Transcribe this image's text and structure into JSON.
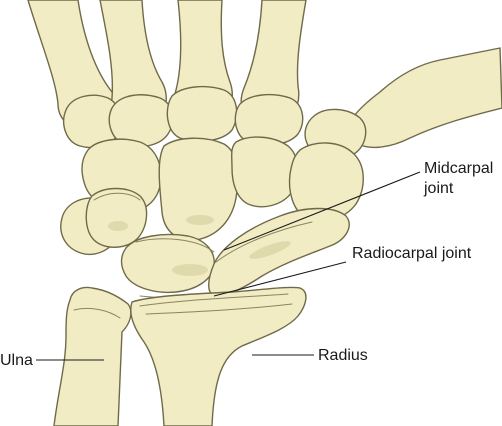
{
  "labels": {
    "midcarpal_line1": "Midcarpal",
    "midcarpal_line2": "joint",
    "radiocarpal": "Radiocarpal joint",
    "ulna": "Ulna",
    "radius": "Radius"
  },
  "colors": {
    "bone_fill": "#f1ecc3",
    "bone_outline": "#6f6a4a",
    "bone_shadow": "#dcd6a8",
    "leader_line": "#1a1a1a",
    "background": "#ffffff"
  }
}
